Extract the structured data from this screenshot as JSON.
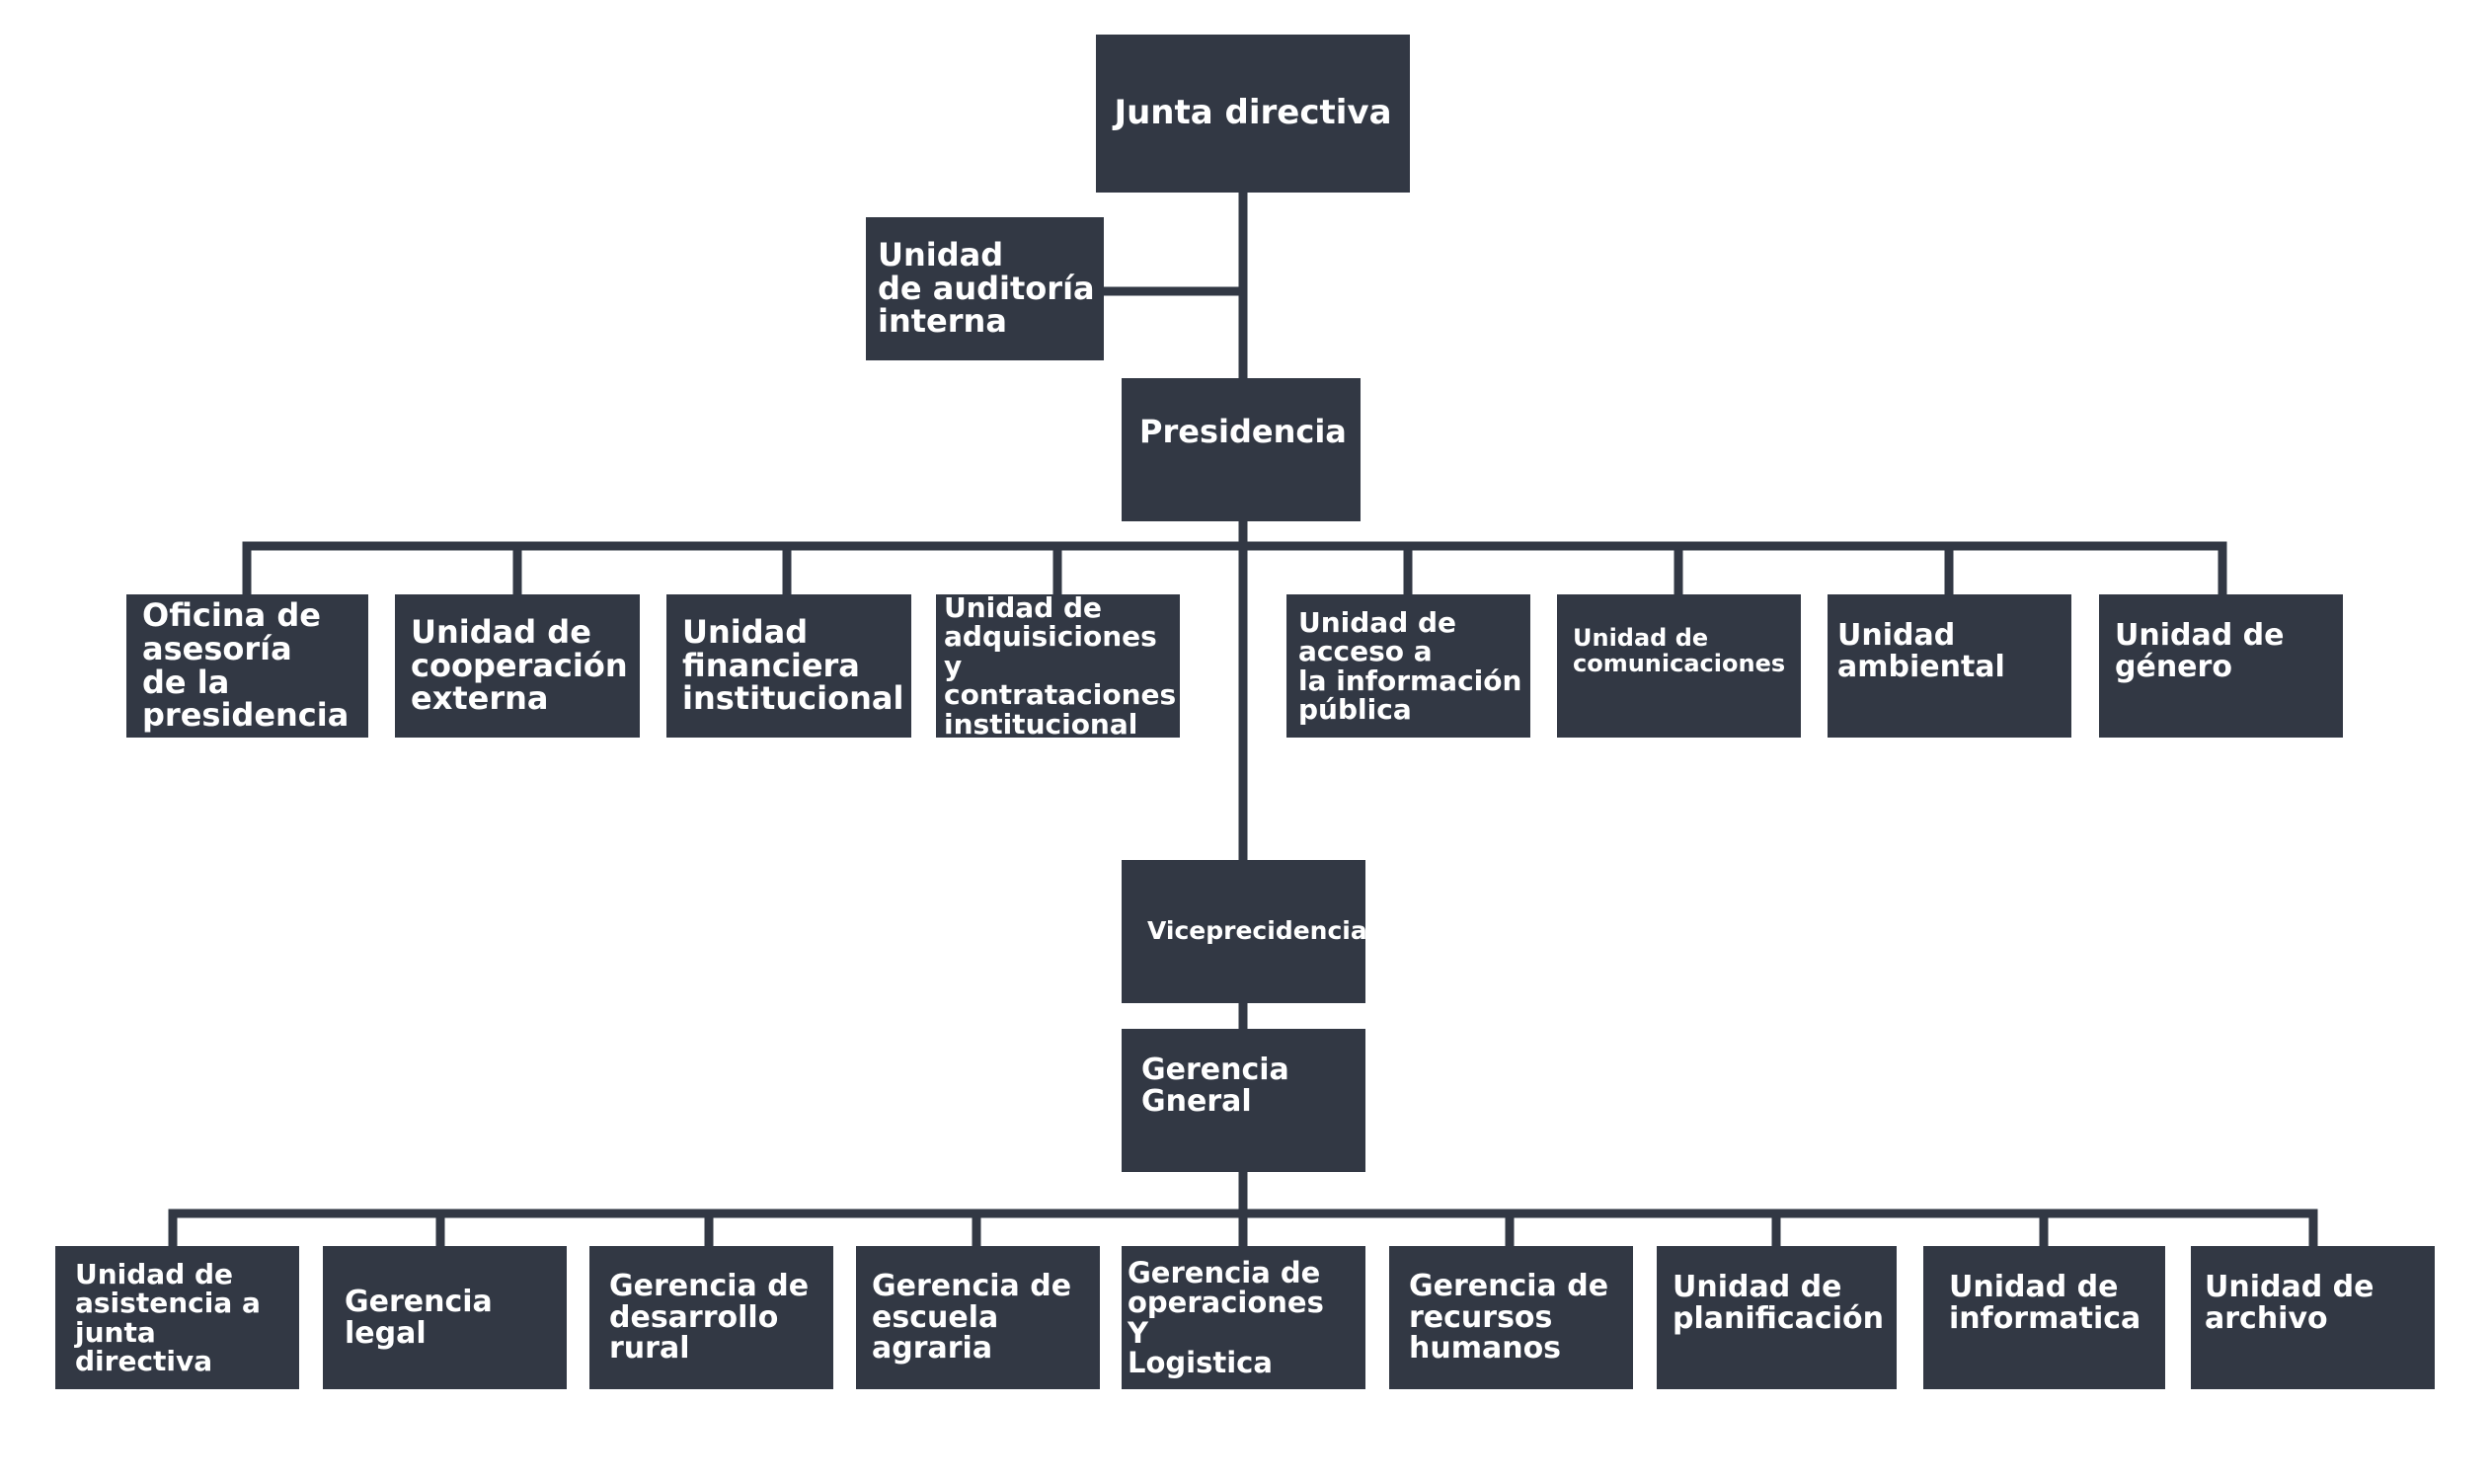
{
  "colors": {
    "node_fill": "#323844",
    "connector": "#323844",
    "text": "#ffffff",
    "background": "#ffffff"
  },
  "org": {
    "junta": "Junta directiva",
    "auditoria": "Unidad\nde auditoría\ninterna",
    "presidencia": "Presidencia",
    "presidencia_units": [
      "Oficina de\nasesoría\nde la\npresidencia",
      "Unidad de\ncooperación\nexterna",
      "Unidad\nfinanciera\ninstitucional",
      "Unidad de\nadquisiciones y\ncontrataciones\ninstitucional",
      "Unidad de\nacceso a\nla información\npública",
      "Unidad de\ncomunicaciones",
      "Unidad\nambiental",
      "Unidad de\ngénero"
    ],
    "viceprecidencia": "Viceprecidencia",
    "gerencia_general": "Gerencia\nGneral",
    "gerencia_units": [
      "Unidad de\nasistencia a\njunta\ndirectiva",
      "Gerencia\nlegal",
      "Gerencia de\ndesarrollo\nrural",
      "Gerencia de\nescuela\nagraria",
      "Gerencia de\noperaciones\nY\nLogistica",
      "Gerencia de\nrecursos\nhumanos",
      "Unidad de\nplanificación",
      "Unidad de\ninformatica",
      "Unidad de\narchivo"
    ]
  }
}
